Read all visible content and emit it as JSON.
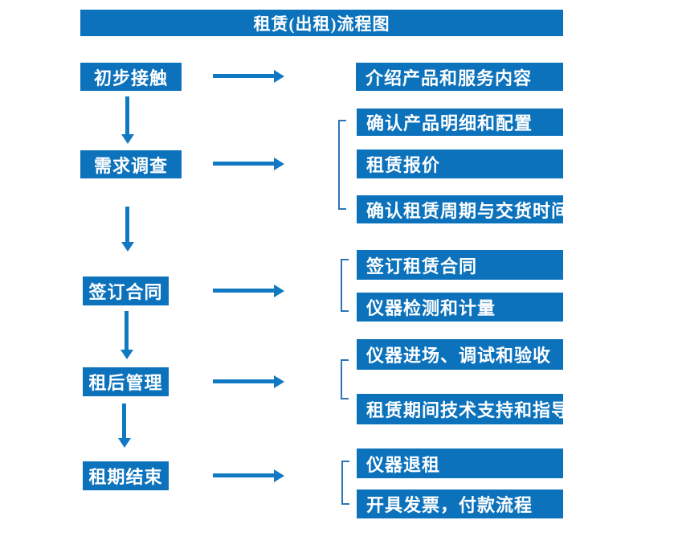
{
  "title": "租赁(出租)流程图",
  "colors": {
    "box_blue": "#0d72bc",
    "arrow_blue": "#1178c2",
    "bracket_blue": "#2e75b6",
    "text_white": "#ffffff"
  },
  "flow": [
    {
      "stage": "初步接触",
      "details": [
        "介绍产品和服务内容"
      ]
    },
    {
      "stage": "需求调查",
      "details": [
        "确认产品明细和配置",
        "租赁报价",
        "确认租赁周期与交货时间"
      ]
    },
    {
      "stage": "签订合同",
      "details": [
        "签订租赁合同",
        "仪器检测和计量"
      ]
    },
    {
      "stage": "租后管理",
      "details": [
        "仪器进场、调试和验收",
        "租赁期间技术支持和指导"
      ]
    },
    {
      "stage": "租期结束",
      "details": [
        "仪器退租",
        "开具发票，付款流程"
      ]
    }
  ]
}
